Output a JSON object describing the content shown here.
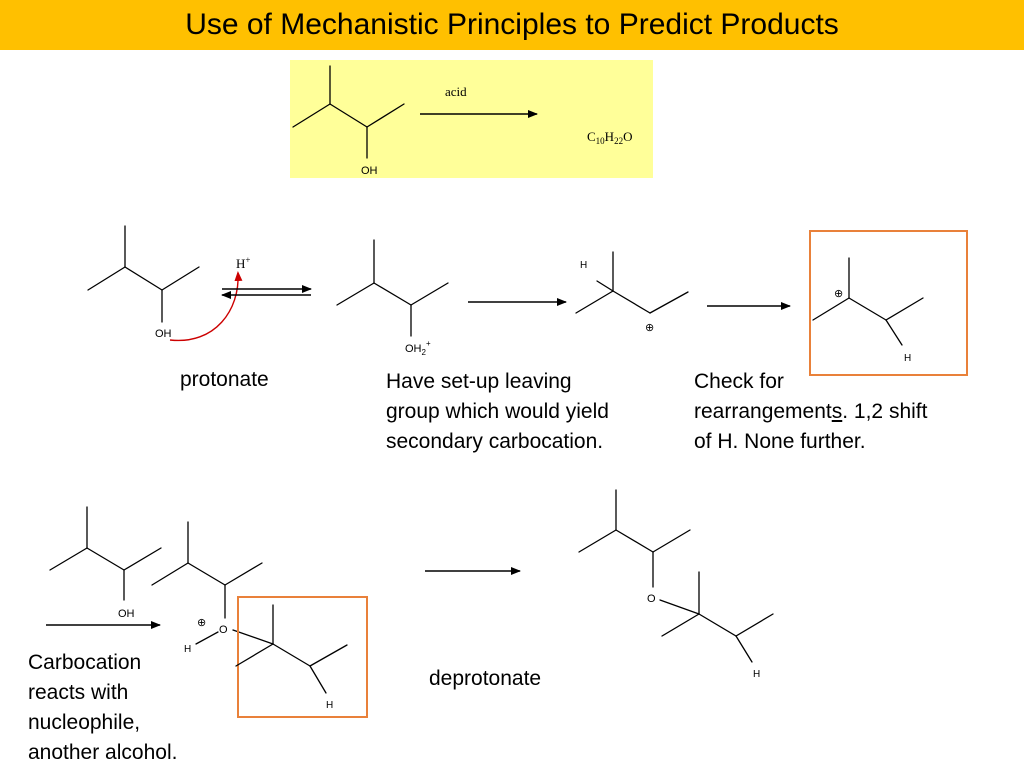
{
  "title": "Use of Mechanistic Principles to Predict Products",
  "colors": {
    "title_bar": "#FFC000",
    "reaction_box": "#FFFF99",
    "highlight_box": "#E9813A",
    "curved_arrow": "#CC0000"
  },
  "top_reaction": {
    "reagent": "acid",
    "reactant_label": "OH",
    "product_formula": {
      "C": "C",
      "c_sub": "10",
      "H": "H",
      "h_sub": "22",
      "O": "O"
    }
  },
  "row1": {
    "reactant_label": "OH",
    "proton": {
      "symbol": "H",
      "charge": "+"
    },
    "oxonium": {
      "label": "OH",
      "sub": "2",
      "sup": "+"
    },
    "cation_h_label": "H",
    "rearranged_h_label": "H",
    "charge_symbol": "⊕"
  },
  "row2": {
    "alcohol_label": "OH",
    "oxonium_o": "O",
    "oxonium_h": "H",
    "chain_h": "H",
    "product_o": "O",
    "product_h": "H",
    "charge_symbol": "⊕"
  },
  "captions": {
    "protonate": "protonate",
    "leaving_group": "Have set-up leaving\ngroup which would yield\nsecondary carbocation.",
    "rearrange_line1": "Check for",
    "rearrange_line2a": "rearrangement",
    "rearrange_line2b": "s",
    "rearrange_line2c": ".  1,2 shift",
    "rearrange_line3": "of H.  None further.",
    "nucleophile": "Carbocation\nreacts with\nnucleophile,\nanother alcohol.",
    "deprotonate": "deprotonate"
  }
}
